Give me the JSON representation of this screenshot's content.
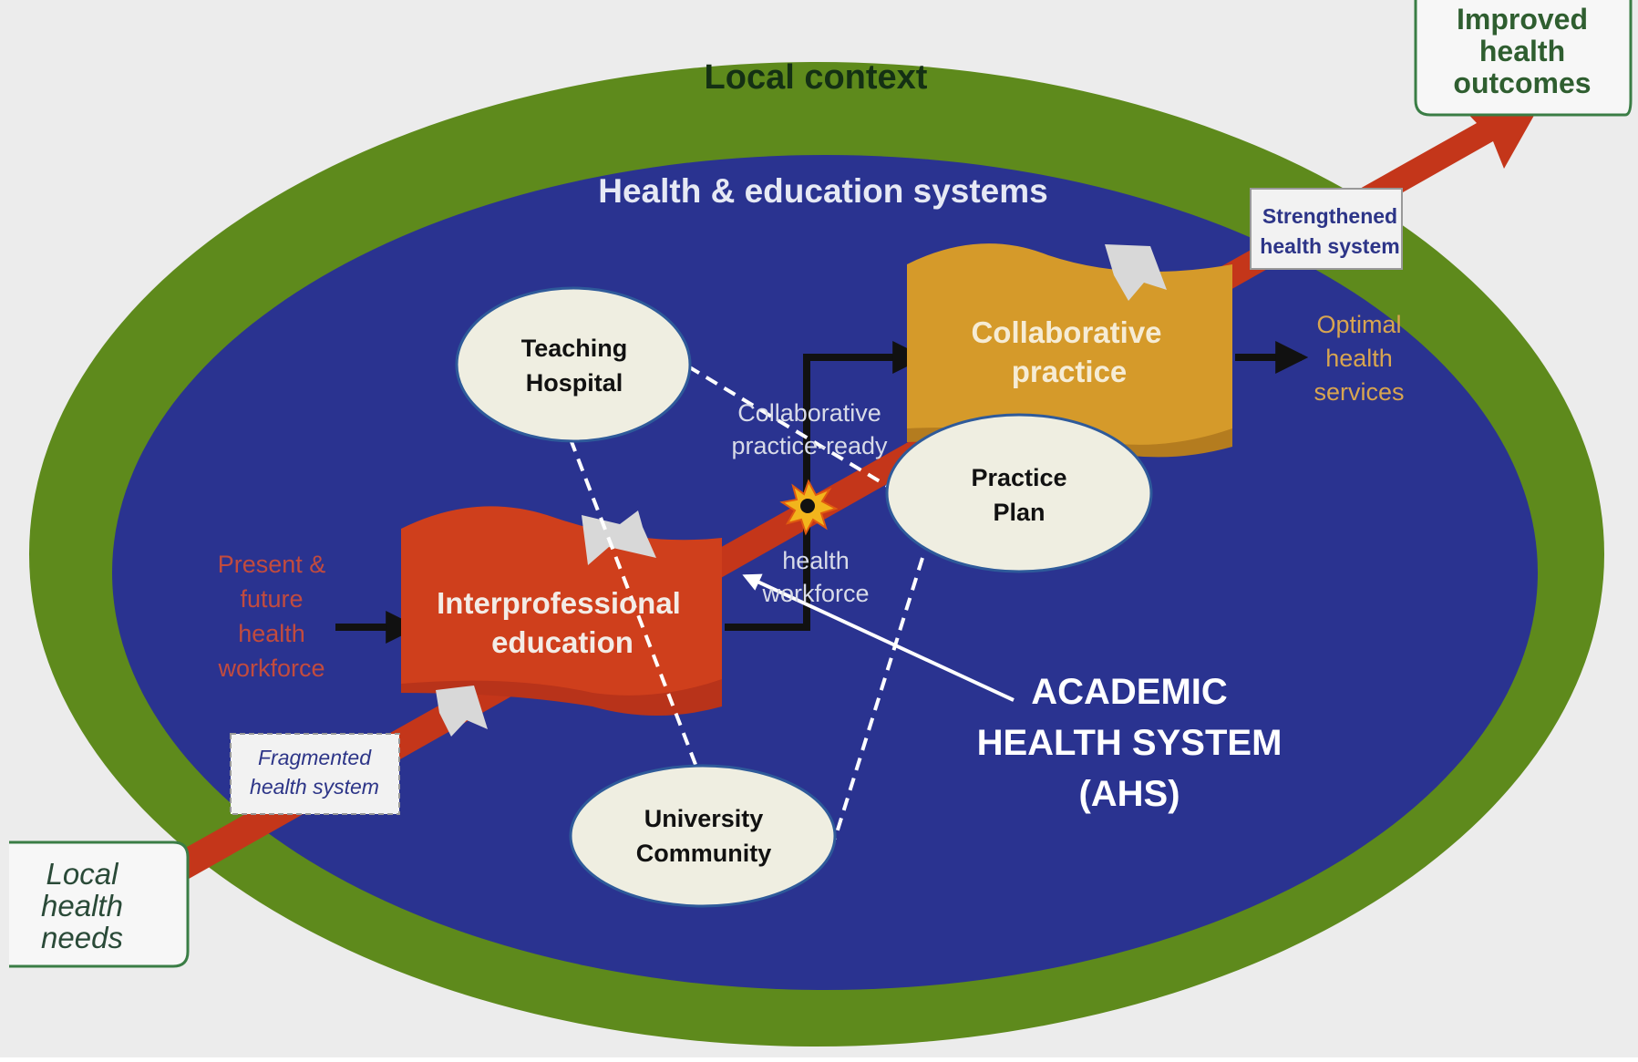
{
  "diagram": {
    "local_context": "Local context",
    "systems_title": "Health & education systems",
    "improved_outcomes": [
      "Improved",
      "health",
      "outcomes"
    ],
    "local_needs": [
      "Local",
      "health",
      "needs"
    ],
    "strengthened": [
      "Strengthened",
      "health system"
    ],
    "fragmented": [
      "Fragmented",
      "health system"
    ],
    "present_future": [
      "Present &",
      "future",
      "health",
      "workforce"
    ],
    "collab_ready": [
      "Collaborative",
      "practice-ready"
    ],
    "health_workforce": [
      "health",
      "workforce"
    ],
    "optimal": [
      "Optimal",
      "health",
      "services"
    ],
    "ipe": [
      "Interprofessional",
      "education"
    ],
    "collab_practice": [
      "Collaborative",
      "practice"
    ],
    "teaching_hospital": [
      "Teaching",
      "Hospital"
    ],
    "practice_plan": [
      "Practice",
      "Plan"
    ],
    "university_community": [
      "University",
      "Community"
    ],
    "ahs": [
      "ACADEMIC",
      "HEALTH SYSTEM",
      "(AHS)"
    ]
  },
  "colors": {
    "green": "#5e8a1c",
    "navy": "#2a3390",
    "red": "#c4361a",
    "gold": "#d59a2a",
    "oval_fill": "#efeee1",
    "box_border": "#3a7d45"
  }
}
